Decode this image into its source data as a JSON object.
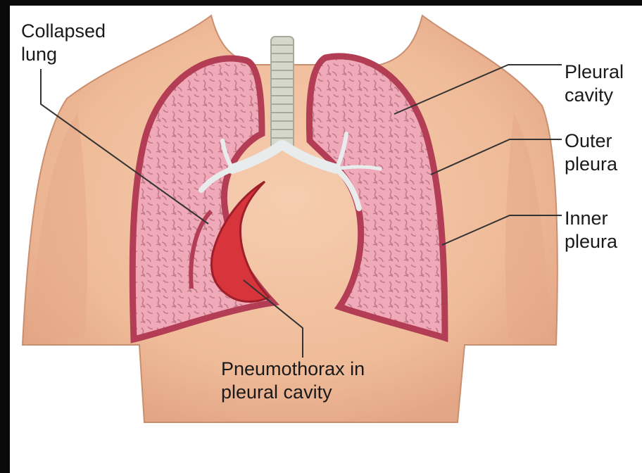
{
  "diagram": {
    "labels": {
      "collapsed_lung": [
        "Collapsed",
        "lung"
      ],
      "pleural_cavity": [
        "Pleural",
        "cavity"
      ],
      "outer_pleura": [
        "Outer",
        "pleura"
      ],
      "inner_pleura": [
        "Inner",
        "pleura"
      ],
      "pneumothorax": [
        "Pneumothorax in",
        "pleural cavity"
      ]
    }
  },
  "colors": {
    "skin": "#f2c2a0",
    "skin_shadow": "#e3a888",
    "lung_tissue": "#f0a7b8",
    "pleura_outline": "#b23d55",
    "air_space": "#d8343c",
    "bronchi": "#e8ecec",
    "trachea": "#d7d8cc",
    "leader_line": "#333333"
  }
}
